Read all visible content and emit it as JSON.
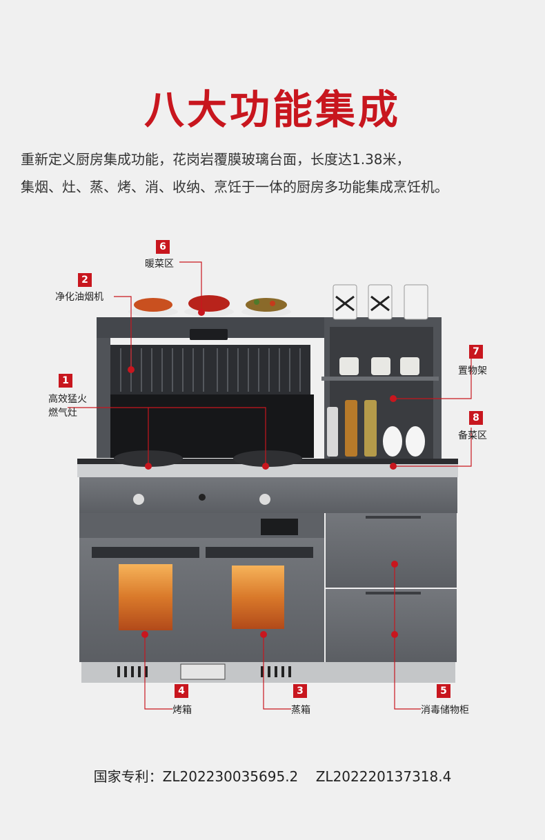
{
  "headline": "八大功能集成",
  "description": {
    "line1": "重新定义厨房集成功能，花岗岩覆膜玻璃台面，长度达1.38米，",
    "line2": "集烟、灶、蒸、烤、消、收纳、烹饪于一体的厨房多功能集成烹饪机。"
  },
  "callouts": [
    {
      "num": "1",
      "label_lines": [
        "高效猛火",
        "燃气灶"
      ]
    },
    {
      "num": "2",
      "label_lines": [
        "净化油烟机"
      ]
    },
    {
      "num": "3",
      "label_lines": [
        "蒸箱"
      ]
    },
    {
      "num": "4",
      "label_lines": [
        "烤箱"
      ]
    },
    {
      "num": "5",
      "label_lines": [
        "消毒储物柜"
      ]
    },
    {
      "num": "6",
      "label_lines": [
        "暖菜区"
      ]
    },
    {
      "num": "7",
      "label_lines": [
        "置物架"
      ]
    },
    {
      "num": "8",
      "label_lines": [
        "备菜区"
      ]
    }
  ],
  "patent": {
    "label": "国家专利：",
    "numbers": [
      "ZL202230035695.2",
      "ZL202220137318.4"
    ]
  },
  "colors": {
    "accent": "#c8161e",
    "body": "#5a5d62",
    "steel": "#6b6e73",
    "background": "#f0f0f0"
  }
}
